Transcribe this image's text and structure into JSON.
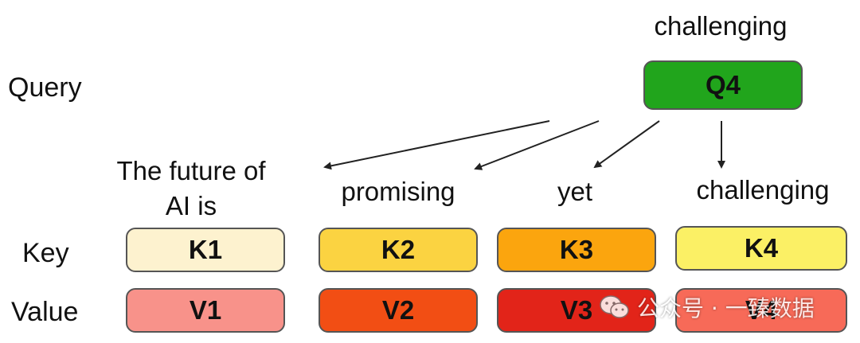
{
  "labels": {
    "query": "Query",
    "key": "Key",
    "value": "Value"
  },
  "query_word": "challenging",
  "query_box": {
    "label": "Q4",
    "color": "#21a51c"
  },
  "tokens": [
    {
      "word_line1": "The future of",
      "word_line2": "AI is",
      "key": "K1",
      "key_color": "#fdf2cf",
      "value": "V1",
      "value_color": "#f8928a"
    },
    {
      "word_line1": "promising",
      "key": "K2",
      "key_color": "#fbd341",
      "value": "V2",
      "value_color": "#f24e14"
    },
    {
      "word_line1": "yet",
      "key": "K3",
      "key_color": "#fba50e",
      "value": "V3",
      "value_color": "#e22419"
    },
    {
      "word_line1": "challenging",
      "key": "K4",
      "key_color": "#fbf065",
      "value": "V4",
      "value_color": "#f76a58"
    }
  ],
  "watermark": {
    "icon": "wechat-icon",
    "text": "公众号 · 一臻数据"
  }
}
